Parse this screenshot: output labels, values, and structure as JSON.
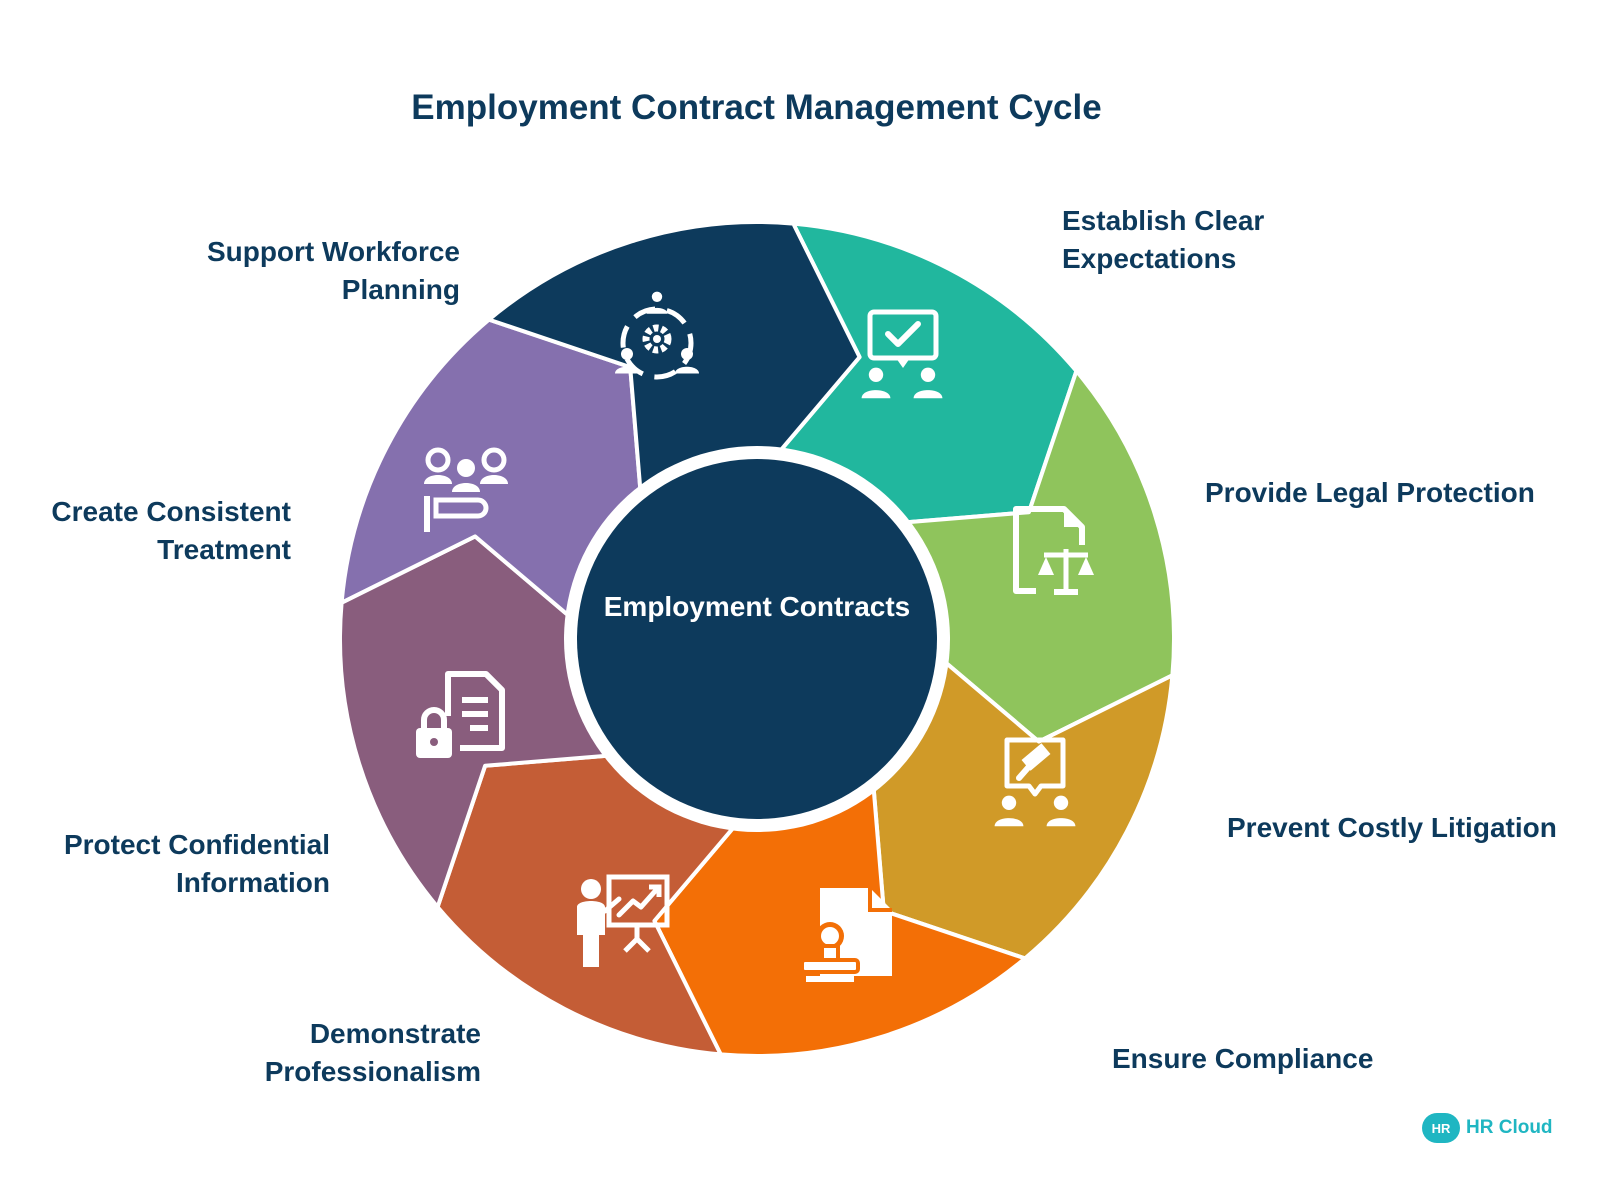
{
  "title": "Employment Contract Management Cycle",
  "center_label": "Employment Contracts",
  "colors": {
    "text": "#0d3a5c",
    "center": "#0d3a5c",
    "ring_gap": "#ffffff",
    "logo": "#1fb6c2"
  },
  "segments": [
    {
      "label": "Establish Clear Expectations",
      "lines": [
        "Establish Clear",
        "Expectations"
      ],
      "color": "#21b79e",
      "icon": "feedback-checkmark-icon"
    },
    {
      "label": "Provide Legal Protection",
      "lines": [
        "Provide Legal Protection"
      ],
      "color": "#8fc45c",
      "icon": "legal-document-scales-icon"
    },
    {
      "label": "Prevent Costly Litigation",
      "lines": [
        "Prevent Costly Litigation"
      ],
      "color": "#d09a28",
      "icon": "gavel-discussion-icon"
    },
    {
      "label": "Ensure Compliance",
      "lines": [
        "Ensure Compliance"
      ],
      "color": "#f36f06",
      "icon": "stamp-document-icon"
    },
    {
      "label": "Demonstrate Professionalism",
      "lines": [
        "Demonstrate",
        "Professionalism"
      ],
      "color": "#c45d36",
      "icon": "presenter-chart-icon"
    },
    {
      "label": "Protect Confidential Information",
      "lines": [
        "Protect Confidential",
        "Information"
      ],
      "color": "#895d7d",
      "icon": "locked-document-icon"
    },
    {
      "label": "Create Consistent Treatment",
      "lines": [
        "Create Consistent",
        "Treatment"
      ],
      "color": "#8570ae",
      "icon": "team-equality-icon"
    },
    {
      "label": "Support Workforce Planning",
      "lines": [
        "Support Workforce",
        "Planning"
      ],
      "color": "#0d3a5c",
      "icon": "team-gear-icon"
    }
  ],
  "logo": {
    "mark": "HR",
    "text": "HR Cloud"
  }
}
